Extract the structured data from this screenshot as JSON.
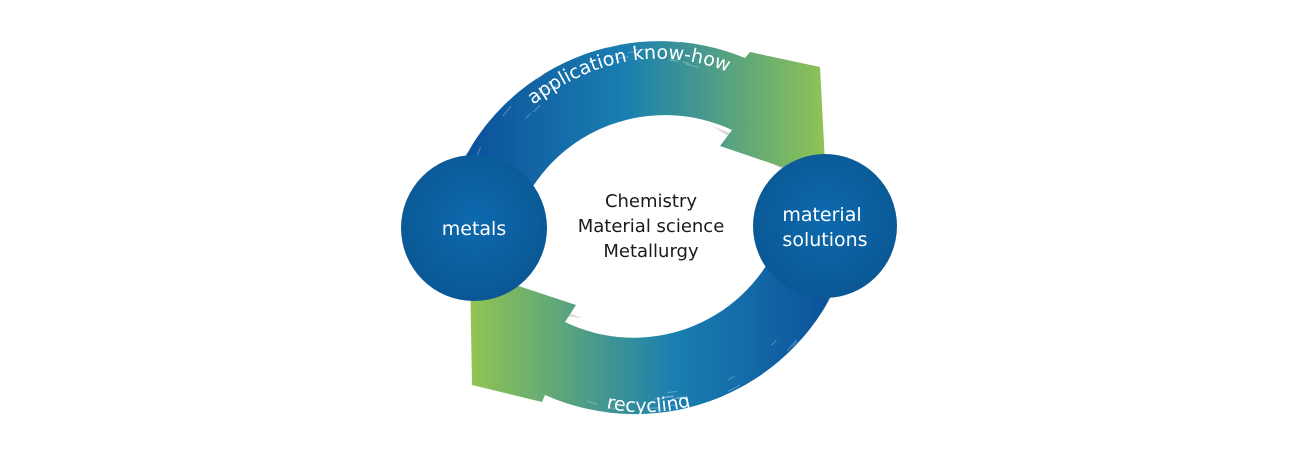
{
  "center": {
    "lines": [
      "Chemistry",
      "Material science",
      "Metallurgy"
    ]
  },
  "nodes": {
    "left": {
      "label": "metals"
    },
    "right": {
      "lines": [
        "material",
        "solutions"
      ]
    }
  },
  "arrows": {
    "top": {
      "label": "application know-how"
    },
    "bottom": {
      "label": "recycling"
    }
  },
  "colors": {
    "node_blue": "#0a5e9e",
    "arrow_blue": "#0b5aa5",
    "arrow_green": "#8dc04f",
    "center_text": "#1a1a1a",
    "label_text": "#ffffff"
  }
}
